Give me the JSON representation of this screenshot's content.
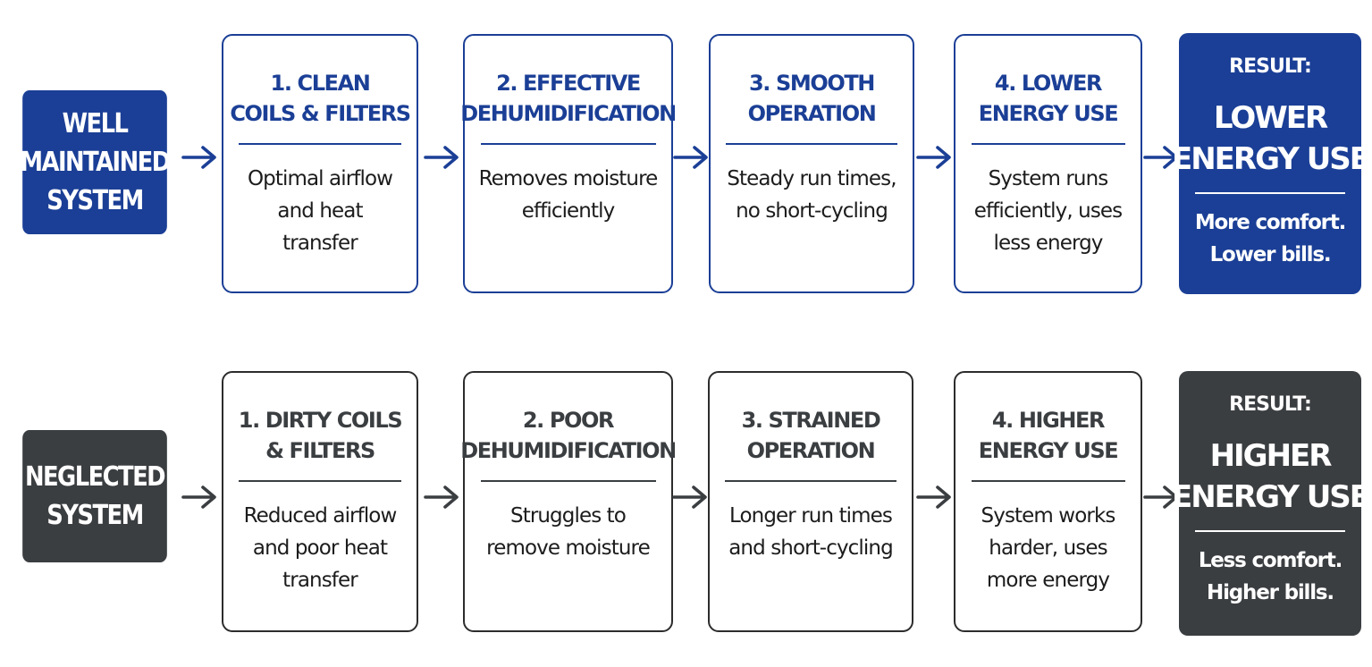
{
  "colors": {
    "blue": "#1b3f96",
    "dark": "#3b3e41",
    "step_border_blue": "#1b3f96",
    "step_border_dark": "#2c2c2c"
  },
  "rows": [
    {
      "id": "maintained",
      "label_lines": [
        "WELL",
        "MAINTAINED",
        "SYSTEM"
      ],
      "steps": [
        {
          "title_lines": [
            "1. CLEAN",
            "COILS & FILTERS"
          ],
          "desc_lines": [
            "Optimal airflow",
            "and heat",
            "transfer"
          ]
        },
        {
          "title_lines": [
            "2. EFFECTIVE",
            "DEHUMIDIFICATION"
          ],
          "desc_lines": [
            "Removes moisture",
            "efficiently"
          ]
        },
        {
          "title_lines": [
            "3. SMOOTH",
            "OPERATION"
          ],
          "desc_lines": [
            "Steady run times,",
            "no short-cycling"
          ]
        },
        {
          "title_lines": [
            "4. LOWER",
            "ENERGY USE"
          ],
          "desc_lines": [
            "System runs",
            "efficiently, uses",
            "less energy"
          ]
        }
      ],
      "result": {
        "heading": "RESULT:",
        "big_lines": [
          "LOWER",
          "ENERGY USE"
        ],
        "sub_lines": [
          "More comfort.",
          "Lower bills."
        ]
      }
    },
    {
      "id": "neglected",
      "label_lines": [
        "NEGLECTED",
        "SYSTEM"
      ],
      "steps": [
        {
          "title_lines": [
            "1. DIRTY COILS",
            "& FILTERS"
          ],
          "desc_lines": [
            "Reduced airflow",
            "and poor heat",
            "transfer"
          ]
        },
        {
          "title_lines": [
            "2. POOR",
            "DEHUMIDIFICATION"
          ],
          "desc_lines": [
            "Struggles to",
            "remove moisture"
          ]
        },
        {
          "title_lines": [
            "3. STRAINED",
            "OPERATION"
          ],
          "desc_lines": [
            "Longer run times",
            "and short-cycling"
          ]
        },
        {
          "title_lines": [
            "4. HIGHER",
            "ENERGY USE"
          ],
          "desc_lines": [
            "System works",
            "harder, uses",
            "more energy"
          ]
        }
      ],
      "result": {
        "heading": "RESULT:",
        "big_lines": [
          "HIGHER",
          "ENERGY USE"
        ],
        "sub_lines": [
          "Less comfort.",
          "Higher bills."
        ]
      }
    }
  ]
}
